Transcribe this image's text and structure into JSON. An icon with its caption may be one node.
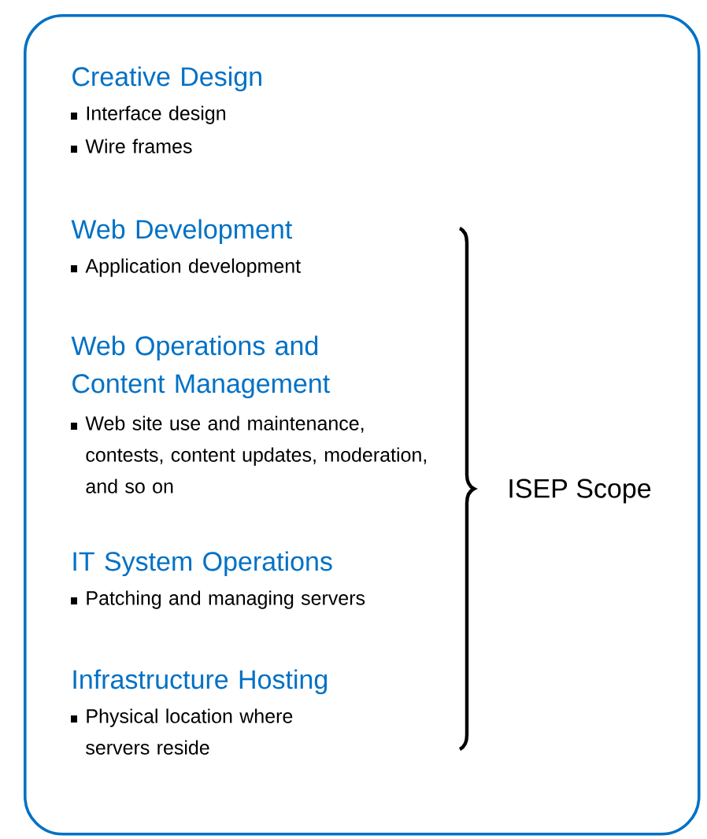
{
  "diagram": {
    "nodes": [
      {
        "text": [
          "Creative Design",
          "Interface design",
          "Wire frames",
          "Web Development",
          "Application development",
          "Web Operations and Content Management",
          "Web site use and maintenance, contests, content updates, moderation, and so on",
          "IT System Operations",
          "Patching and managing servers",
          "Infrastructure Hosting",
          "Physical location where servers reside"
        ]
      }
    ],
    "labels": [
      "ISEP Scope"
    ]
  }
}
